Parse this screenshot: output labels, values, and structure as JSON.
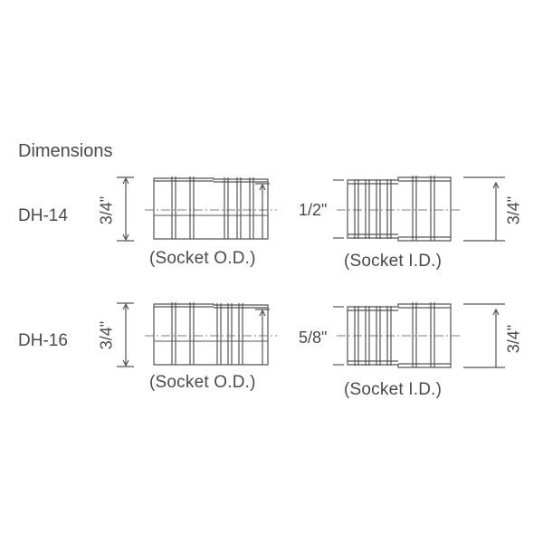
{
  "title": "Dimensions",
  "rows": [
    {
      "model": "DH-14",
      "left": {
        "dimension": "3/4\"",
        "caption": "(Socket O.D.)"
      },
      "right": {
        "inner_dimension": "1/2\"",
        "outer_dimension": "3/4\"",
        "caption": "(Socket I.D.)"
      }
    },
    {
      "model": "DH-16",
      "left": {
        "dimension": "3/4\"",
        "caption": "(Socket O.D.)"
      },
      "right": {
        "inner_dimension": "5/8\"",
        "outer_dimension": "3/4\"",
        "caption": "(Socket I.D.)"
      }
    }
  ],
  "colors": {
    "line": "#555555",
    "text": "#4a4a4a"
  }
}
